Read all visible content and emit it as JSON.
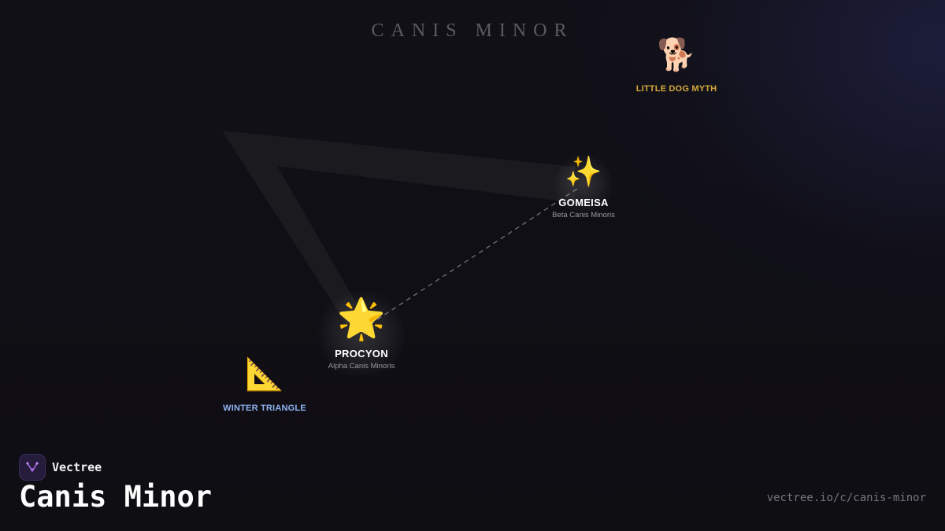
{
  "header": {
    "title": "CANIS MINOR"
  },
  "stars": [
    {
      "id": "procyon",
      "emoji": "🌟",
      "name": "PROCYON",
      "designation": "Alpha Canis Minoris"
    },
    {
      "id": "gomeisa",
      "emoji": "✨",
      "name": "GOMEISA",
      "designation": "Beta Canis Minoris"
    }
  ],
  "annotations": {
    "myth": {
      "emoji": "🐕",
      "label": "LITTLE DOG MYTH",
      "color": "#d4a93a"
    },
    "triangle": {
      "emoji": "📐",
      "label": "WINTER TRIANGLE",
      "color": "#8fb4f0"
    }
  },
  "footer": {
    "brand_name": "Vectree",
    "title": "Canis Minor",
    "url": "vectree.io/c/canis-minor"
  },
  "colors": {
    "background": "#0f0e13",
    "accent_purple": "#a86be8",
    "connector": "#6a6a74"
  }
}
